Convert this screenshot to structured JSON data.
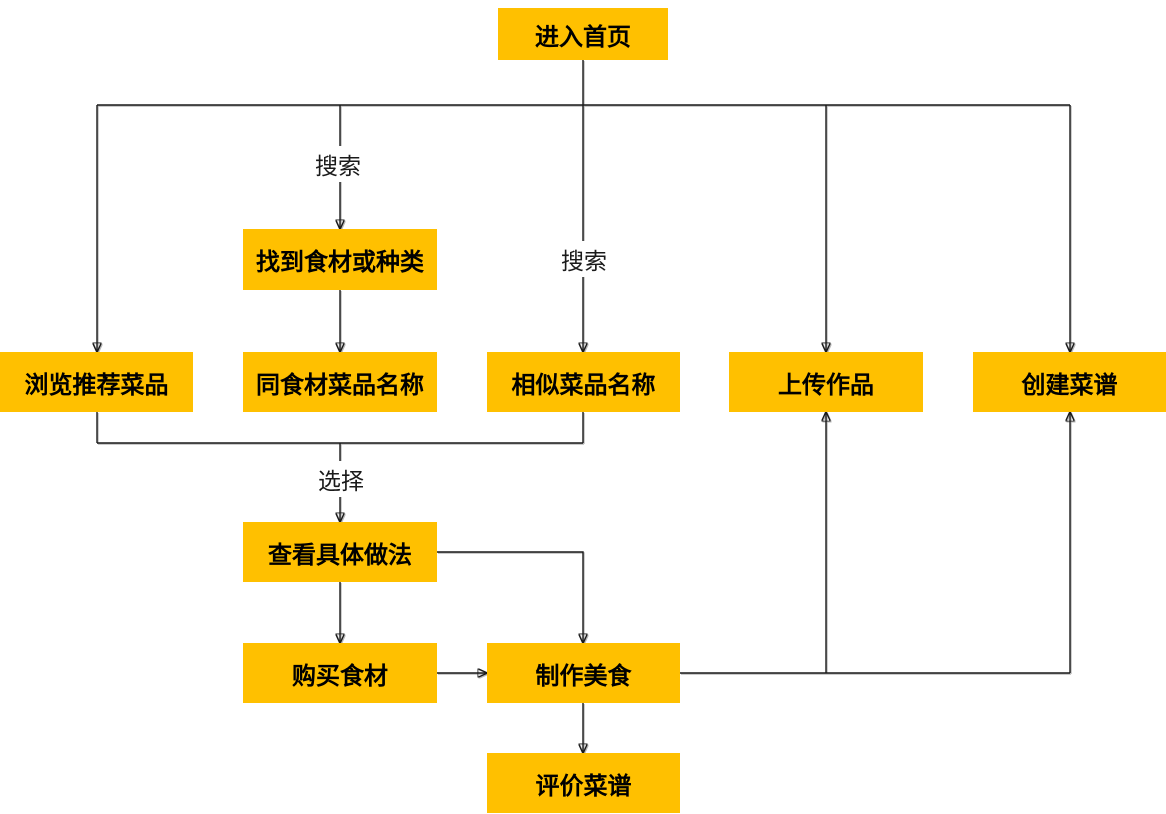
{
  "diagram": {
    "type": "flowchart",
    "colors": {
      "node_fill": "#FFC000",
      "node_text": "#000000",
      "line": "#1a1a1a",
      "background": "#ffffff"
    },
    "nodes": [
      {
        "id": "enter-home",
        "label": "进入首页"
      },
      {
        "id": "found-ingredient",
        "label": "找到食材或种类"
      },
      {
        "id": "browse-recommended",
        "label": "浏览推荐菜品"
      },
      {
        "id": "same-ingredient-names",
        "label": "同食材菜品名称"
      },
      {
        "id": "similar-dish-names",
        "label": "相似菜品名称"
      },
      {
        "id": "upload-works",
        "label": "上传作品"
      },
      {
        "id": "create-recipe",
        "label": "创建菜谱"
      },
      {
        "id": "view-recipe-steps",
        "label": "查看具体做法"
      },
      {
        "id": "buy-ingredients",
        "label": "购买食材"
      },
      {
        "id": "make-food",
        "label": "制作美食"
      },
      {
        "id": "rate-recipe",
        "label": "评价菜谱"
      }
    ],
    "edge_labels": [
      {
        "id": "search-left",
        "text": "搜索"
      },
      {
        "id": "search-center",
        "text": "搜索"
      },
      {
        "id": "select",
        "text": "选择"
      }
    ],
    "edges": [
      {
        "from": "enter-home",
        "to": "browse-recommended"
      },
      {
        "from": "enter-home",
        "to": "found-ingredient",
        "label": "搜索"
      },
      {
        "from": "enter-home",
        "to": "similar-dish-names",
        "label": "搜索"
      },
      {
        "from": "enter-home",
        "to": "upload-works"
      },
      {
        "from": "enter-home",
        "to": "create-recipe"
      },
      {
        "from": "found-ingredient",
        "to": "same-ingredient-names"
      },
      {
        "from": "browse-recommended",
        "to": "view-recipe-steps",
        "label": "选择"
      },
      {
        "from": "similar-dish-names",
        "to": "view-recipe-steps",
        "label": "选择"
      },
      {
        "from": "view-recipe-steps",
        "to": "buy-ingredients"
      },
      {
        "from": "view-recipe-steps",
        "to": "make-food"
      },
      {
        "from": "buy-ingredients",
        "to": "make-food"
      },
      {
        "from": "make-food",
        "to": "rate-recipe"
      },
      {
        "from": "make-food",
        "to": "upload-works"
      },
      {
        "from": "make-food",
        "to": "create-recipe"
      }
    ]
  }
}
